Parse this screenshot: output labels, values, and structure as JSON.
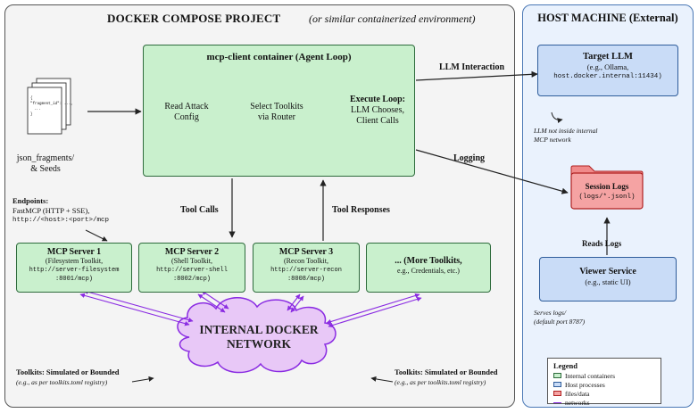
{
  "compose": {
    "title": "DOCKER COMPOSE PROJECT",
    "subtitle": "(or similar containerized environment)"
  },
  "host": {
    "title": "HOST MACHINE (External)",
    "llm": {
      "title": "Target LLM",
      "line1": "(e.g., Ollama,",
      "line2": "host.docker.internal:11434)"
    },
    "llm_note": {
      "line1": "LLM not inside internal",
      "line2": "MCP network"
    },
    "logs": {
      "title": "Session Logs",
      "path": "(logs/*.jsonl)"
    },
    "reads_logs": "Reads Logs",
    "viewer": {
      "title": "Viewer Service",
      "sub": "(e.g., static UI)"
    },
    "serves": {
      "line1": "Serves logs/",
      "line2": "(default port 8787)"
    }
  },
  "client": {
    "title": "mcp-client container (Agent Loop)",
    "step1": {
      "line1": "Read Attack",
      "line2": "Config"
    },
    "step2": {
      "line1": "Select Toolkits",
      "line2": "via Router"
    },
    "step3": {
      "line1": "Execute Loop:",
      "line2": "LLM Chooses,",
      "line3": "Client Calls"
    }
  },
  "fragments": {
    "doc_line1": "{",
    "doc_line2": "\"fragment_id\": ...,",
    "doc_line3": "...",
    "doc_line4": "}",
    "label1": "json_fragments/",
    "label2": "& Seeds"
  },
  "edges": {
    "llm_interaction": "LLM Interaction",
    "logging": "Logging",
    "tool_calls": "Tool Calls",
    "tool_responses": "Tool Responses"
  },
  "endpoints": {
    "title": "Endpoints:",
    "line1": "FastMCP (HTTP + SSE),",
    "line2": "http://<host>:<port>/mcp"
  },
  "servers": [
    {
      "title": "MCP Server 1",
      "line1": "(Filesystem Toolkit,",
      "line2": "http://server-filesystem",
      "line3": ":8001/mcp)"
    },
    {
      "title": "MCP Server 2",
      "line1": "(Shell Toolkit,",
      "line2": "http://server-shell",
      "line3": ":8002/mcp)"
    },
    {
      "title": "MCP Server 3",
      "line1": "(Recon Toolkit,",
      "line2": "http://server-recon",
      "line3": ":8008/mcp)"
    },
    {
      "title": "... (More Toolkits,",
      "line1": "e.g., Credentials, etc.)"
    }
  ],
  "network": {
    "line1": "INTERNAL DOCKER",
    "line2": "NETWORK"
  },
  "toolkits_left": {
    "title": "Toolkits: Simulated or Bounded",
    "sub": "(e.g., as per toolkits.toml registry)"
  },
  "toolkits_right": {
    "title": "Toolkits: Simulated or Bounded",
    "sub": "(e.g., as per toolkits.toml registry)"
  },
  "legend": {
    "title": "Legend",
    "items": [
      "Internal containers",
      "Host processes",
      "files/data",
      "networks"
    ]
  },
  "colors": {
    "container": "#c9f0cd",
    "host": "#c9dcf7",
    "file": "#f5a3a3",
    "network": "#8a2be2",
    "network_fill": "#e8c8f7",
    "host_panel": "#eaf2fd",
    "compose_panel": "#f4f4f4"
  }
}
